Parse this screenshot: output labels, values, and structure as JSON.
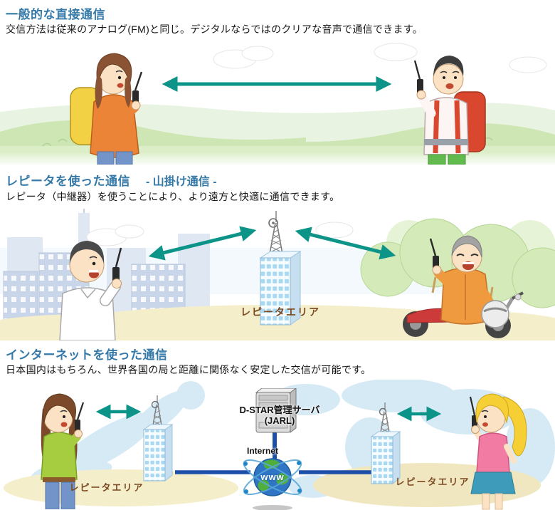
{
  "colors": {
    "heading_blue": "#3579a8",
    "arrow_teal": "#0d9488",
    "link_line_blue": "#1e4fa8",
    "area_label_brown": "#7b4a22"
  },
  "sections": {
    "direct": {
      "title": "一般的な直接通信",
      "body": "交信方法は従来のアナログ(FM)と同じ。デジタルならではのクリアな音声で通信できます。"
    },
    "repeater": {
      "title": "レピータを使った通信",
      "subtitle": "- 山掛け通信 -",
      "body": "レピータ（中継器）を使うことにより、より遠方と快適に通信できます。",
      "area_label": "レピータエリア"
    },
    "internet": {
      "title": "インターネットを使った通信",
      "body": "日本国内はもちろん、世界各国の局と距離に関係なく安定した交信が可能です。",
      "left_area_label": "レピータエリア",
      "right_area_label": "レピータエリア",
      "server_line1": "D-STAR管理サーバ",
      "server_line2": "(JARL)",
      "internet_label": "Internet",
      "globe_text": "www"
    }
  }
}
